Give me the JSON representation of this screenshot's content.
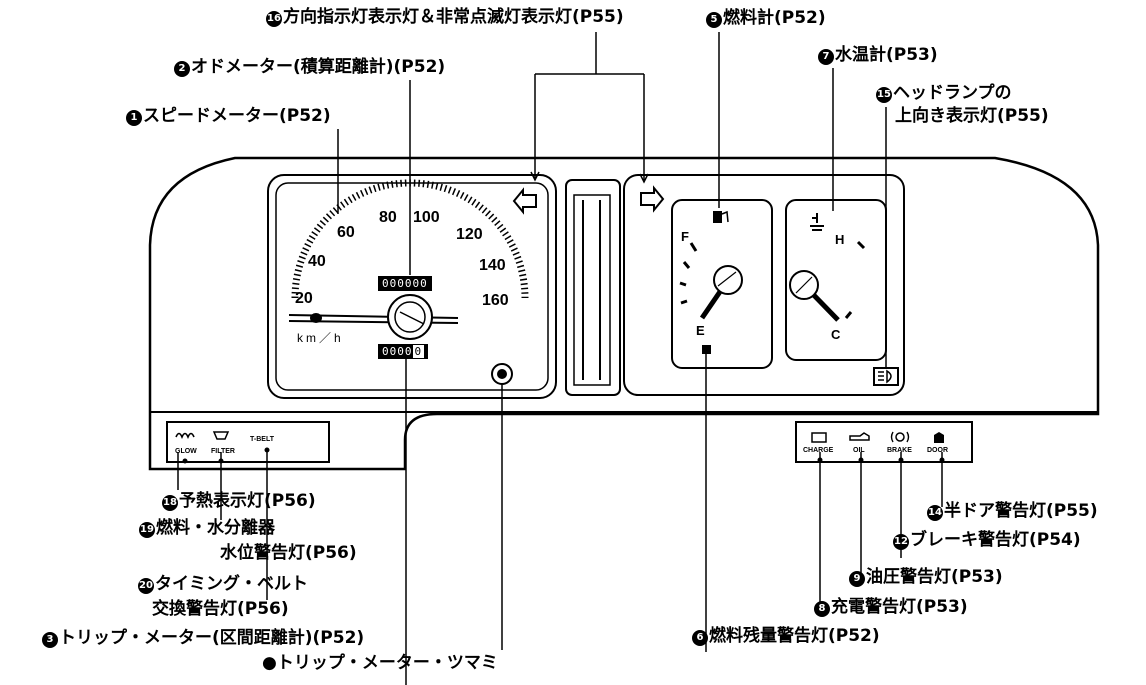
{
  "labels": {
    "turn_hazard": {
      "num": "16",
      "text": "方向指示灯表示灯＆非常点滅灯表示灯(P55)"
    },
    "odometer": {
      "num": "2",
      "text": "オドメーター(積算距離計)(P52)"
    },
    "speedometer": {
      "num": "1",
      "text": "スピードメーター(P52)"
    },
    "fuel_gauge": {
      "num": "5",
      "text": "燃料計(P52)"
    },
    "water_temp": {
      "num": "7",
      "text": "水温計(P53)"
    },
    "headlamp_high_1": {
      "num": "15",
      "text": "ヘッドランプの"
    },
    "headlamp_high_2": {
      "text": "上向き表示灯(P55)"
    },
    "glow": {
      "num": "18",
      "text": "予熱表示灯(P56)"
    },
    "fuel_water_1": {
      "num": "19",
      "text": "燃料・水分離器"
    },
    "fuel_water_2": {
      "text": "水位警告灯(P56)"
    },
    "timing_belt_1": {
      "num": "20",
      "text": "タイミング・ベルト"
    },
    "timing_belt_2": {
      "text": "交換警告灯(P56)"
    },
    "tripmeter": {
      "num": "3",
      "text": "トリップ・メーター(区間距離計)(P52)"
    },
    "trip_knob": {
      "bullet": "●",
      "text": "トリップ・メーター・ツマミ"
    },
    "half_door": {
      "num": "14",
      "text": "半ドア警告灯(P55)"
    },
    "brake": {
      "num": "12",
      "text": "ブレーキ警告灯(P54)"
    },
    "oil": {
      "num": "9",
      "text": "油圧警告灯(P53)"
    },
    "charge": {
      "num": "8",
      "text": "充電警告灯(P53)"
    },
    "fuel_low": {
      "num": "6",
      "text": "燃料残量警告灯(P52)"
    }
  },
  "speedometer": {
    "ticks": [
      "20",
      "40",
      "60",
      "80",
      "100",
      "120",
      "140",
      "160"
    ],
    "unit": "km／h"
  },
  "odometer_digits": "000000",
  "trip_digits": "0000",
  "trip_last_digit": "0",
  "fuel_gauge": {
    "full": "F",
    "empty": "E"
  },
  "temp_gauge": {
    "hot": "H",
    "cold": "C"
  },
  "left_warning": {
    "glow": "GLOW",
    "filter": "FILTER",
    "tbelt": "T-BELT"
  },
  "right_warning": {
    "charge": "CHARGE",
    "oil": "OIL",
    "brake": "BRAKE",
    "door": "DOOR"
  }
}
